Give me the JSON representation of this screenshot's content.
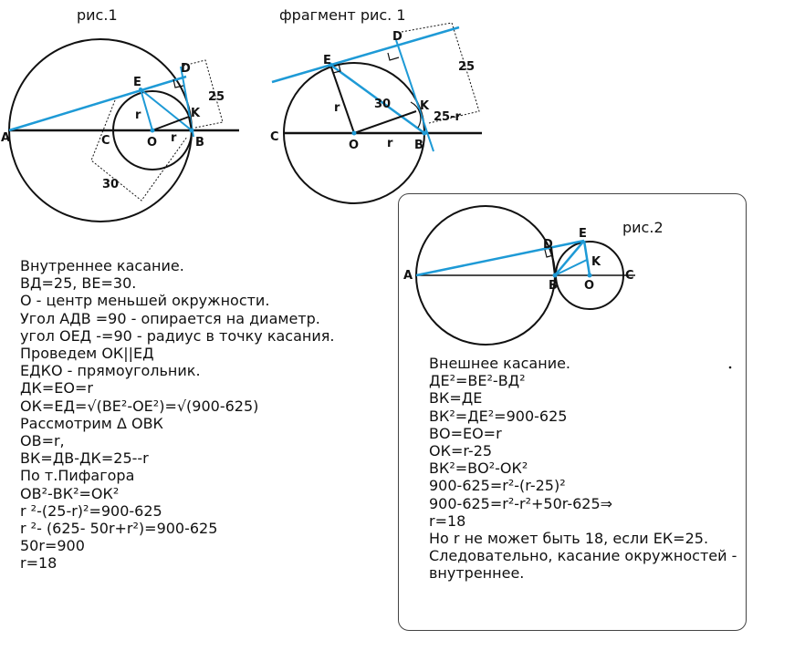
{
  "figure1": {
    "title": "рис.1",
    "labels": {
      "A": "A",
      "C": "C",
      "O": "O",
      "B": "B",
      "E": "E",
      "D": "D",
      "K": "K",
      "r1": "r",
      "r2": "r",
      "d25": "25",
      "d30": "30"
    }
  },
  "fragment": {
    "title": "фрагмент рис. 1",
    "labels": {
      "C": "C",
      "O": "O",
      "B": "B",
      "E": "E",
      "D": "D",
      "K": "K",
      "r1": "r",
      "r2": "r",
      "d25": "25",
      "d30": "30",
      "d25r": "25-r"
    }
  },
  "figure2": {
    "title": "рис.2",
    "labels": {
      "A": "A",
      "B": "B",
      "O": "O",
      "C": "C",
      "D": "D",
      "E": "E",
      "K": "K"
    }
  },
  "colors": {
    "accent": "#1e9ad6",
    "line": "#111111"
  },
  "internal_solution": [
    "Внутреннее касание.",
    "ВД=25, ВЕ=30.",
    "О - центр меньшей окружности.",
    "Угол АДВ =90 - опирается на диаметр.",
    "угол ОЕД -=90 - радиус в точку касания.",
    "Проведем ОК||ЕД",
    "ЕДКО - прямоугольник.",
    "ДК=ЕО=r",
    "ОК=ЕД=√(ВЕ²-ОЕ²)=√(900-625)",
    "Рассмотрим Δ ОВК",
    "ОВ=r,",
    "ВК=ДВ-ДК=25--r",
    "По т.Пифагора",
    "ОВ²-ВК²=ОК²",
    "r ²-(25-r)²=900-625",
    "r ²- (625- 50r+r²)=900-625",
    "50r=900",
    "r=18"
  ],
  "external_solution": [
    "Внешнее касание.",
    "ДЕ²=ВЕ²-ВД²",
    "ВК=ДЕ",
    "ВК²=ДЕ²=900-625",
    "ВО=ЕО=r",
    "ОК=r-25",
    "ВК²=ВО²-ОК²",
    "900-625=r²-(r-25)²",
    "900-625=r²-r²+50r-625⇒",
    "r=18",
    "Но r не может быть 18, если ЕК=25.",
    "Следовательно, касание окружностей -",
    "внутреннее."
  ]
}
